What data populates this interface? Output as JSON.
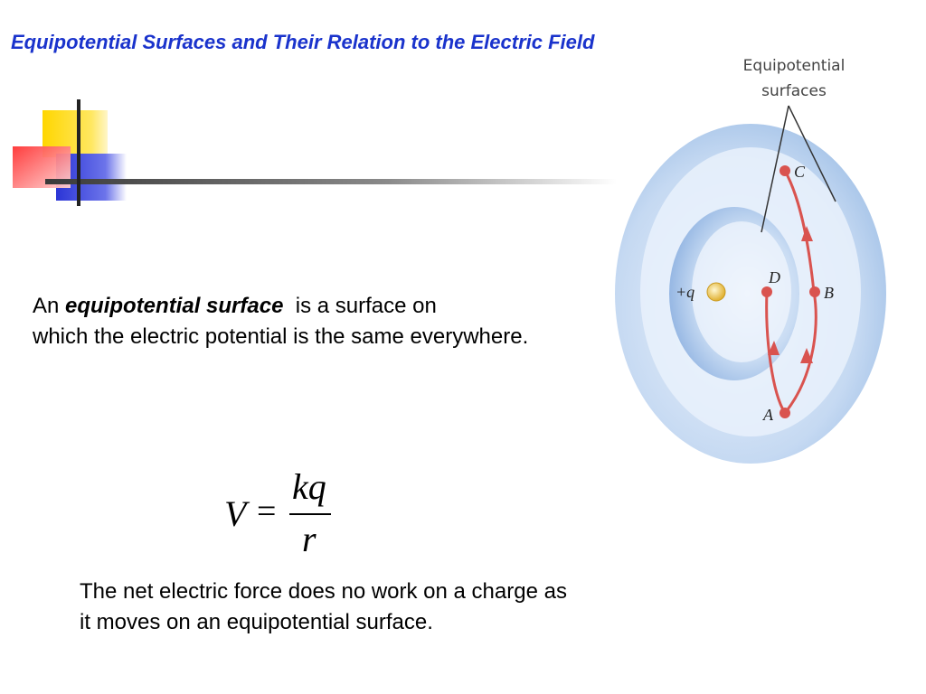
{
  "slide": {
    "title": "Equipotential Surfaces and Their Relation to the Electric Field"
  },
  "definition": {
    "prefix": "An ",
    "term": "equipotential surface",
    "line1_rest": "  is a surface on",
    "line2": "which the electric potential is the same everywhere."
  },
  "formula": {
    "lhs": "V",
    "equals": "=",
    "numerator": "kq",
    "denominator": "r"
  },
  "statement": {
    "line1": "The net electric force does no work on a charge as",
    "line2": "it moves on an equipotential surface."
  },
  "figure": {
    "label_line1": "Equipotential",
    "label_line2": "surfaces",
    "charge_label": "+q",
    "point_a": "A",
    "point_b": "B",
    "point_c": "C",
    "point_d": "D",
    "colors": {
      "outer_shell": "#a9c6ea",
      "inner_shell": "#7ea6dc",
      "path": "#d9534f",
      "charge": "#f0c040"
    }
  },
  "decoration": {
    "colors": {
      "yellow": "#ffd600",
      "red": "#ff4d4d",
      "blue": "#2b35d6",
      "rule": "#444444"
    }
  }
}
